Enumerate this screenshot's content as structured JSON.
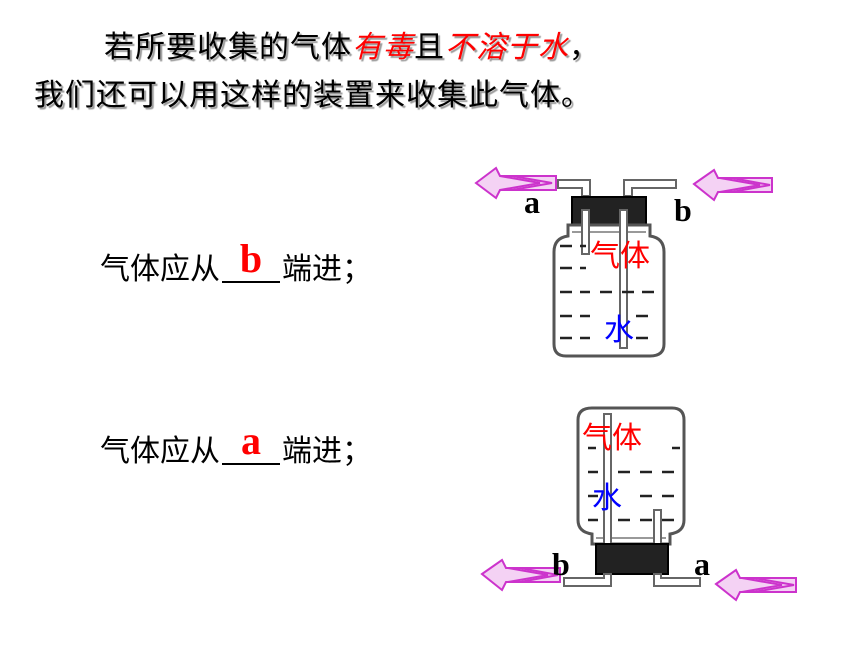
{
  "heading": {
    "line1_pre": "若所要收集的气体",
    "line1_em1": "有毒",
    "line1_mid": "且",
    "line1_em2": "不溶于水",
    "line1_post": "，",
    "line2": "我们还可以用这样的装置来收集此气体。"
  },
  "question1": {
    "pre": "气体应从",
    "answer": "b",
    "post": "端进；"
  },
  "question2": {
    "pre": "气体应从",
    "answer": "a",
    "post": "端进；"
  },
  "apparatus_upright": {
    "label_left": "a",
    "label_right": "b",
    "gas": "气体",
    "water": "水"
  },
  "apparatus_inverted": {
    "label_left": "b",
    "label_right": "a",
    "gas": "气体",
    "water": "水"
  },
  "colors": {
    "emphasis": "#ff0000",
    "answer": "#ff0000",
    "gas_label": "#ff0000",
    "water_label": "#0000ff",
    "arrow": "#cc33cc"
  }
}
